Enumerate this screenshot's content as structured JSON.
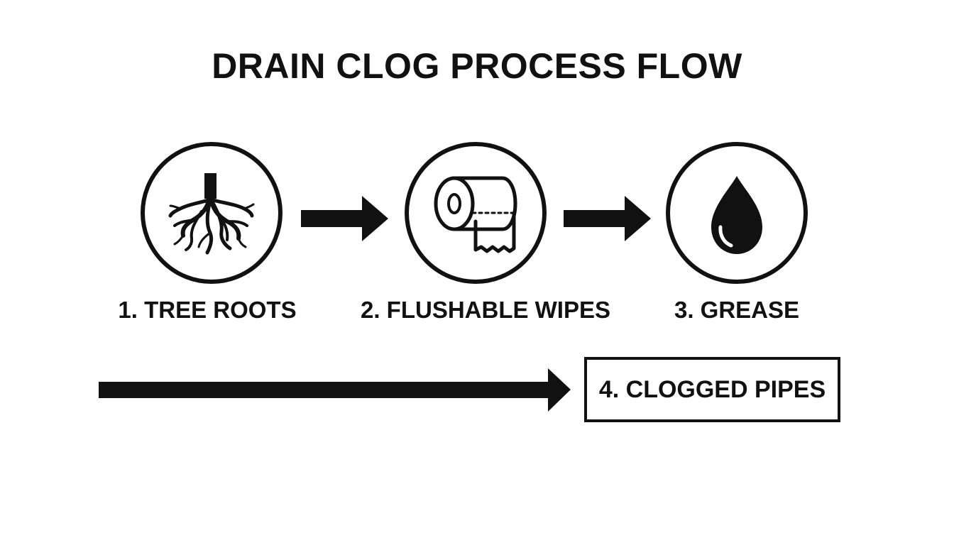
{
  "title": "DRAIN CLOG PROCESS FLOW",
  "steps": [
    {
      "label": "1. TREE ROOTS",
      "icon": "tree-roots-icon"
    },
    {
      "label": "2. FLUSHABLE WIPES",
      "icon": "toilet-paper-roll-icon"
    },
    {
      "label": "3. GREASE",
      "icon": "grease-drop-icon"
    }
  ],
  "result": {
    "label": "4. CLOGGED PIPES"
  },
  "colors": {
    "ink": "#111111",
    "background": "#ffffff"
  }
}
